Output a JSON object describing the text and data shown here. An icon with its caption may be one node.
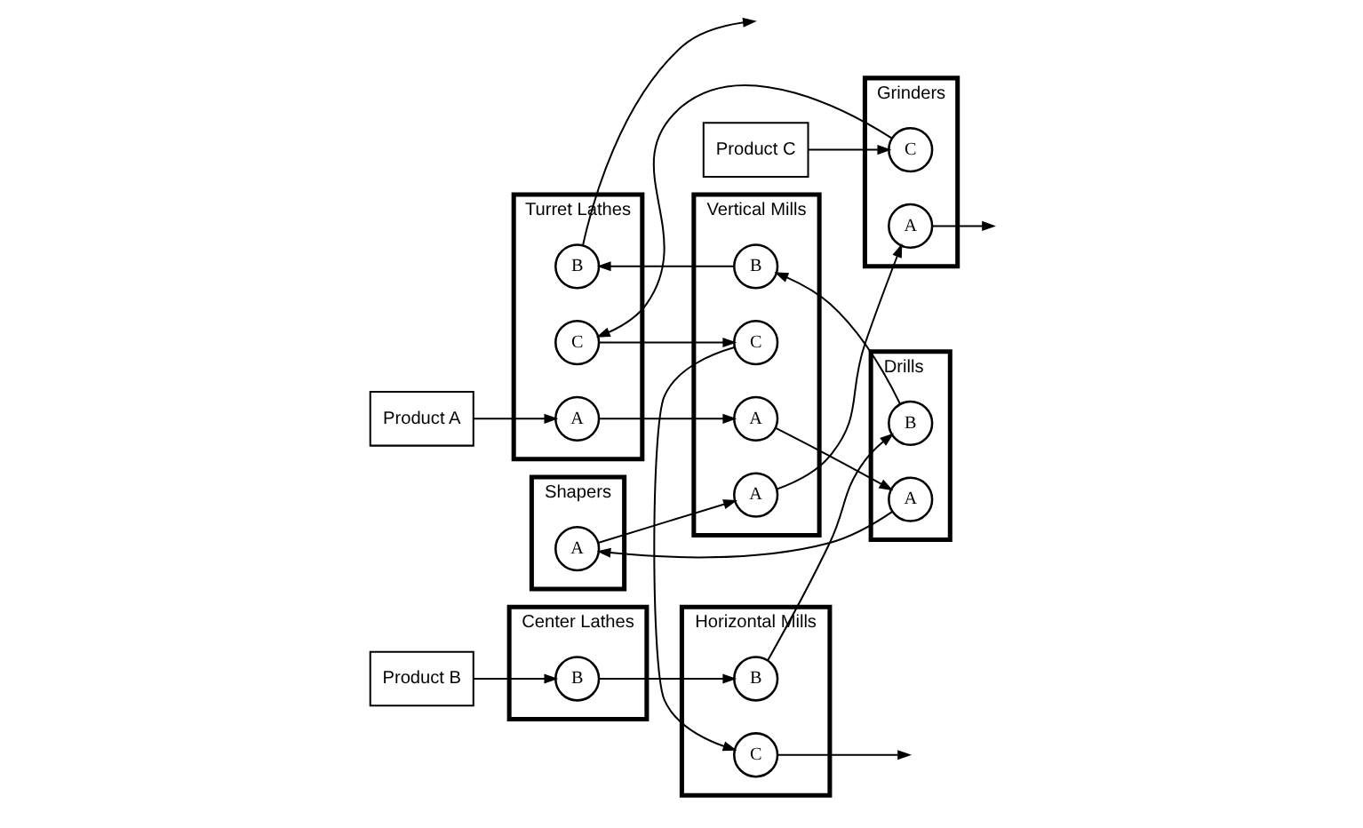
{
  "diagram": {
    "nodes": [
      {
        "text": [
          "Product A"
        ]
      },
      {
        "text": [
          "Turret Lathes"
        ]
      },
      {
        "text": [
          "A"
        ],
        "in": 1
      },
      {
        "text": [
          "Vertical Mills"
        ]
      },
      {
        "text": [
          "A"
        ],
        "in": 3
      },
      {
        "text": [
          "Center Lathes"
        ]
      },
      {
        "text": [
          "Drills"
        ]
      },
      {
        "text": [
          "A"
        ],
        "in": 6
      },
      {
        "text": [
          "Product B"
        ]
      },
      {
        "text": [
          "B"
        ],
        "in": 5
      },
      {
        "text": [
          "C"
        ],
        "in": 1
      },
      {
        "text": [
          "C"
        ],
        "in": 3
      },
      {
        "text": [
          "B"
        ],
        "in": 1
      },
      {
        "text": [
          "Shapers"
        ]
      },
      {
        "text": [
          "Horizontal Mills"
        ]
      },
      {
        "text": [
          "B"
        ],
        "in": 14
      },
      {
        "text": [
          "B"
        ],
        "in": 6
      },
      {
        "text": [
          "A"
        ],
        "in": 13
      },
      {
        "text": [
          "A"
        ],
        "in": 3
      },
      {
        "text": [
          "B"
        ],
        "in": 3
      },
      {
        "text": [
          "Grinders"
        ]
      },
      {
        "text": [
          "Product C"
        ]
      },
      {
        "text": [
          "C"
        ],
        "in": 20
      },
      {
        "text": [
          "A"
        ],
        "in": 20
      },
      {
        "text": [
          "C"
        ],
        "in": 14
      }
    ],
    "edges": [
      {
        "from": 0,
        "to": 2,
        "arrow": "to"
      },
      {
        "from": 2,
        "to": 4,
        "arrow": "to"
      },
      {
        "from": 4,
        "to": 7,
        "arrow": "to"
      },
      {
        "from": 7,
        "to": 17,
        "arrow": "to"
      },
      {
        "from": 17,
        "to": 18,
        "arrow": "to"
      },
      {
        "from": 18,
        "to": 23,
        "arrow": "to"
      },
      {
        "from": 23,
        "to": null,
        "arrow": "to"
      },
      {
        "from": 8,
        "to": 9,
        "arrow": "to"
      },
      {
        "from": 9,
        "to": 15,
        "arrow": "to"
      },
      {
        "from": 15,
        "to": 16,
        "arrow": "to"
      },
      {
        "from": 16,
        "to": 19,
        "arrow": "to"
      },
      {
        "from": 19,
        "to": 12,
        "arrow": "to"
      },
      {
        "from": 12,
        "to": null,
        "arrow": "to"
      },
      {
        "from": 21,
        "to": 22,
        "arrow": "to"
      },
      {
        "from": 22,
        "to": 10,
        "arrow": "to"
      },
      {
        "from": 10,
        "to": 11,
        "arrow": "to"
      },
      {
        "from": 11,
        "to": 24,
        "arrow": "to"
      },
      {
        "from": 24,
        "to": null,
        "arrow": "to"
      }
    ]
  }
}
